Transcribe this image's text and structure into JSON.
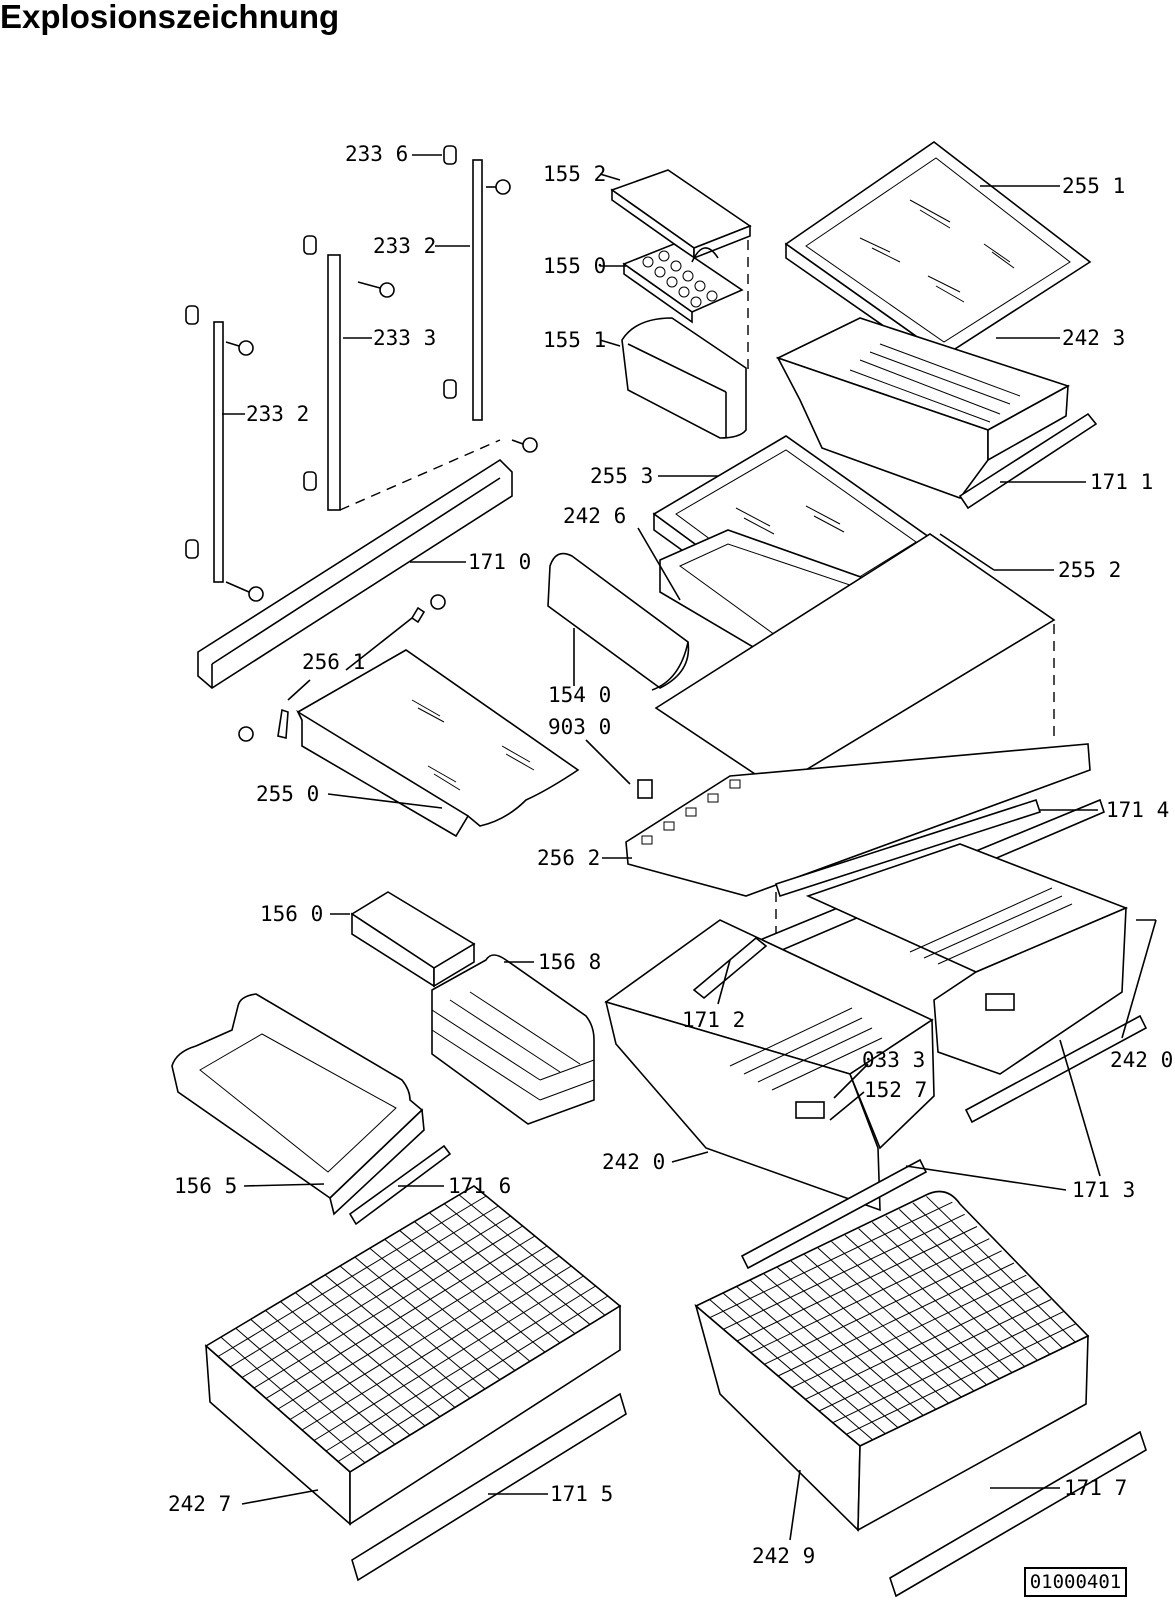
{
  "title": "Explosionszeichnung",
  "drawing_code": "01000401",
  "callouts": [
    {
      "id": "c-233-6a",
      "label": "233 6"
    },
    {
      "id": "c-233-2a",
      "label": "233 2"
    },
    {
      "id": "c-233-3",
      "label": "233 3"
    },
    {
      "id": "c-233-2b",
      "label": "233 2"
    },
    {
      "id": "c-155-2",
      "label": "155 2"
    },
    {
      "id": "c-155-0",
      "label": "155 0"
    },
    {
      "id": "c-155-1",
      "label": "155 1"
    },
    {
      "id": "c-255-1",
      "label": "255 1"
    },
    {
      "id": "c-242-3",
      "label": "242 3"
    },
    {
      "id": "c-171-1",
      "label": "171 1"
    },
    {
      "id": "c-255-3",
      "label": "255 3"
    },
    {
      "id": "c-242-6",
      "label": "242 6"
    },
    {
      "id": "c-255-2",
      "label": "255 2"
    },
    {
      "id": "c-171-0",
      "label": "171 0"
    },
    {
      "id": "c-256-1",
      "label": "256 1"
    },
    {
      "id": "c-154-0",
      "label": "154 0"
    },
    {
      "id": "c-903-0",
      "label": "903 0"
    },
    {
      "id": "c-255-0",
      "label": "255 0"
    },
    {
      "id": "c-256-2",
      "label": "256 2"
    },
    {
      "id": "c-171-4",
      "label": "171 4"
    },
    {
      "id": "c-156-0",
      "label": "156 0"
    },
    {
      "id": "c-156-8",
      "label": "156 8"
    },
    {
      "id": "c-171-2",
      "label": "171 2"
    },
    {
      "id": "c-033-3",
      "label": "033 3"
    },
    {
      "id": "c-152-7",
      "label": "152 7"
    },
    {
      "id": "c-242-0a",
      "label": "242 0"
    },
    {
      "id": "c-242-0b",
      "label": "242 0"
    },
    {
      "id": "c-156-5",
      "label": "156 5"
    },
    {
      "id": "c-171-6",
      "label": "171 6"
    },
    {
      "id": "c-171-3",
      "label": "171 3"
    },
    {
      "id": "c-242-7",
      "label": "242 7"
    },
    {
      "id": "c-171-5",
      "label": "171 5"
    },
    {
      "id": "c-171-7",
      "label": "171 7"
    },
    {
      "id": "c-242-9",
      "label": "242 9"
    }
  ]
}
